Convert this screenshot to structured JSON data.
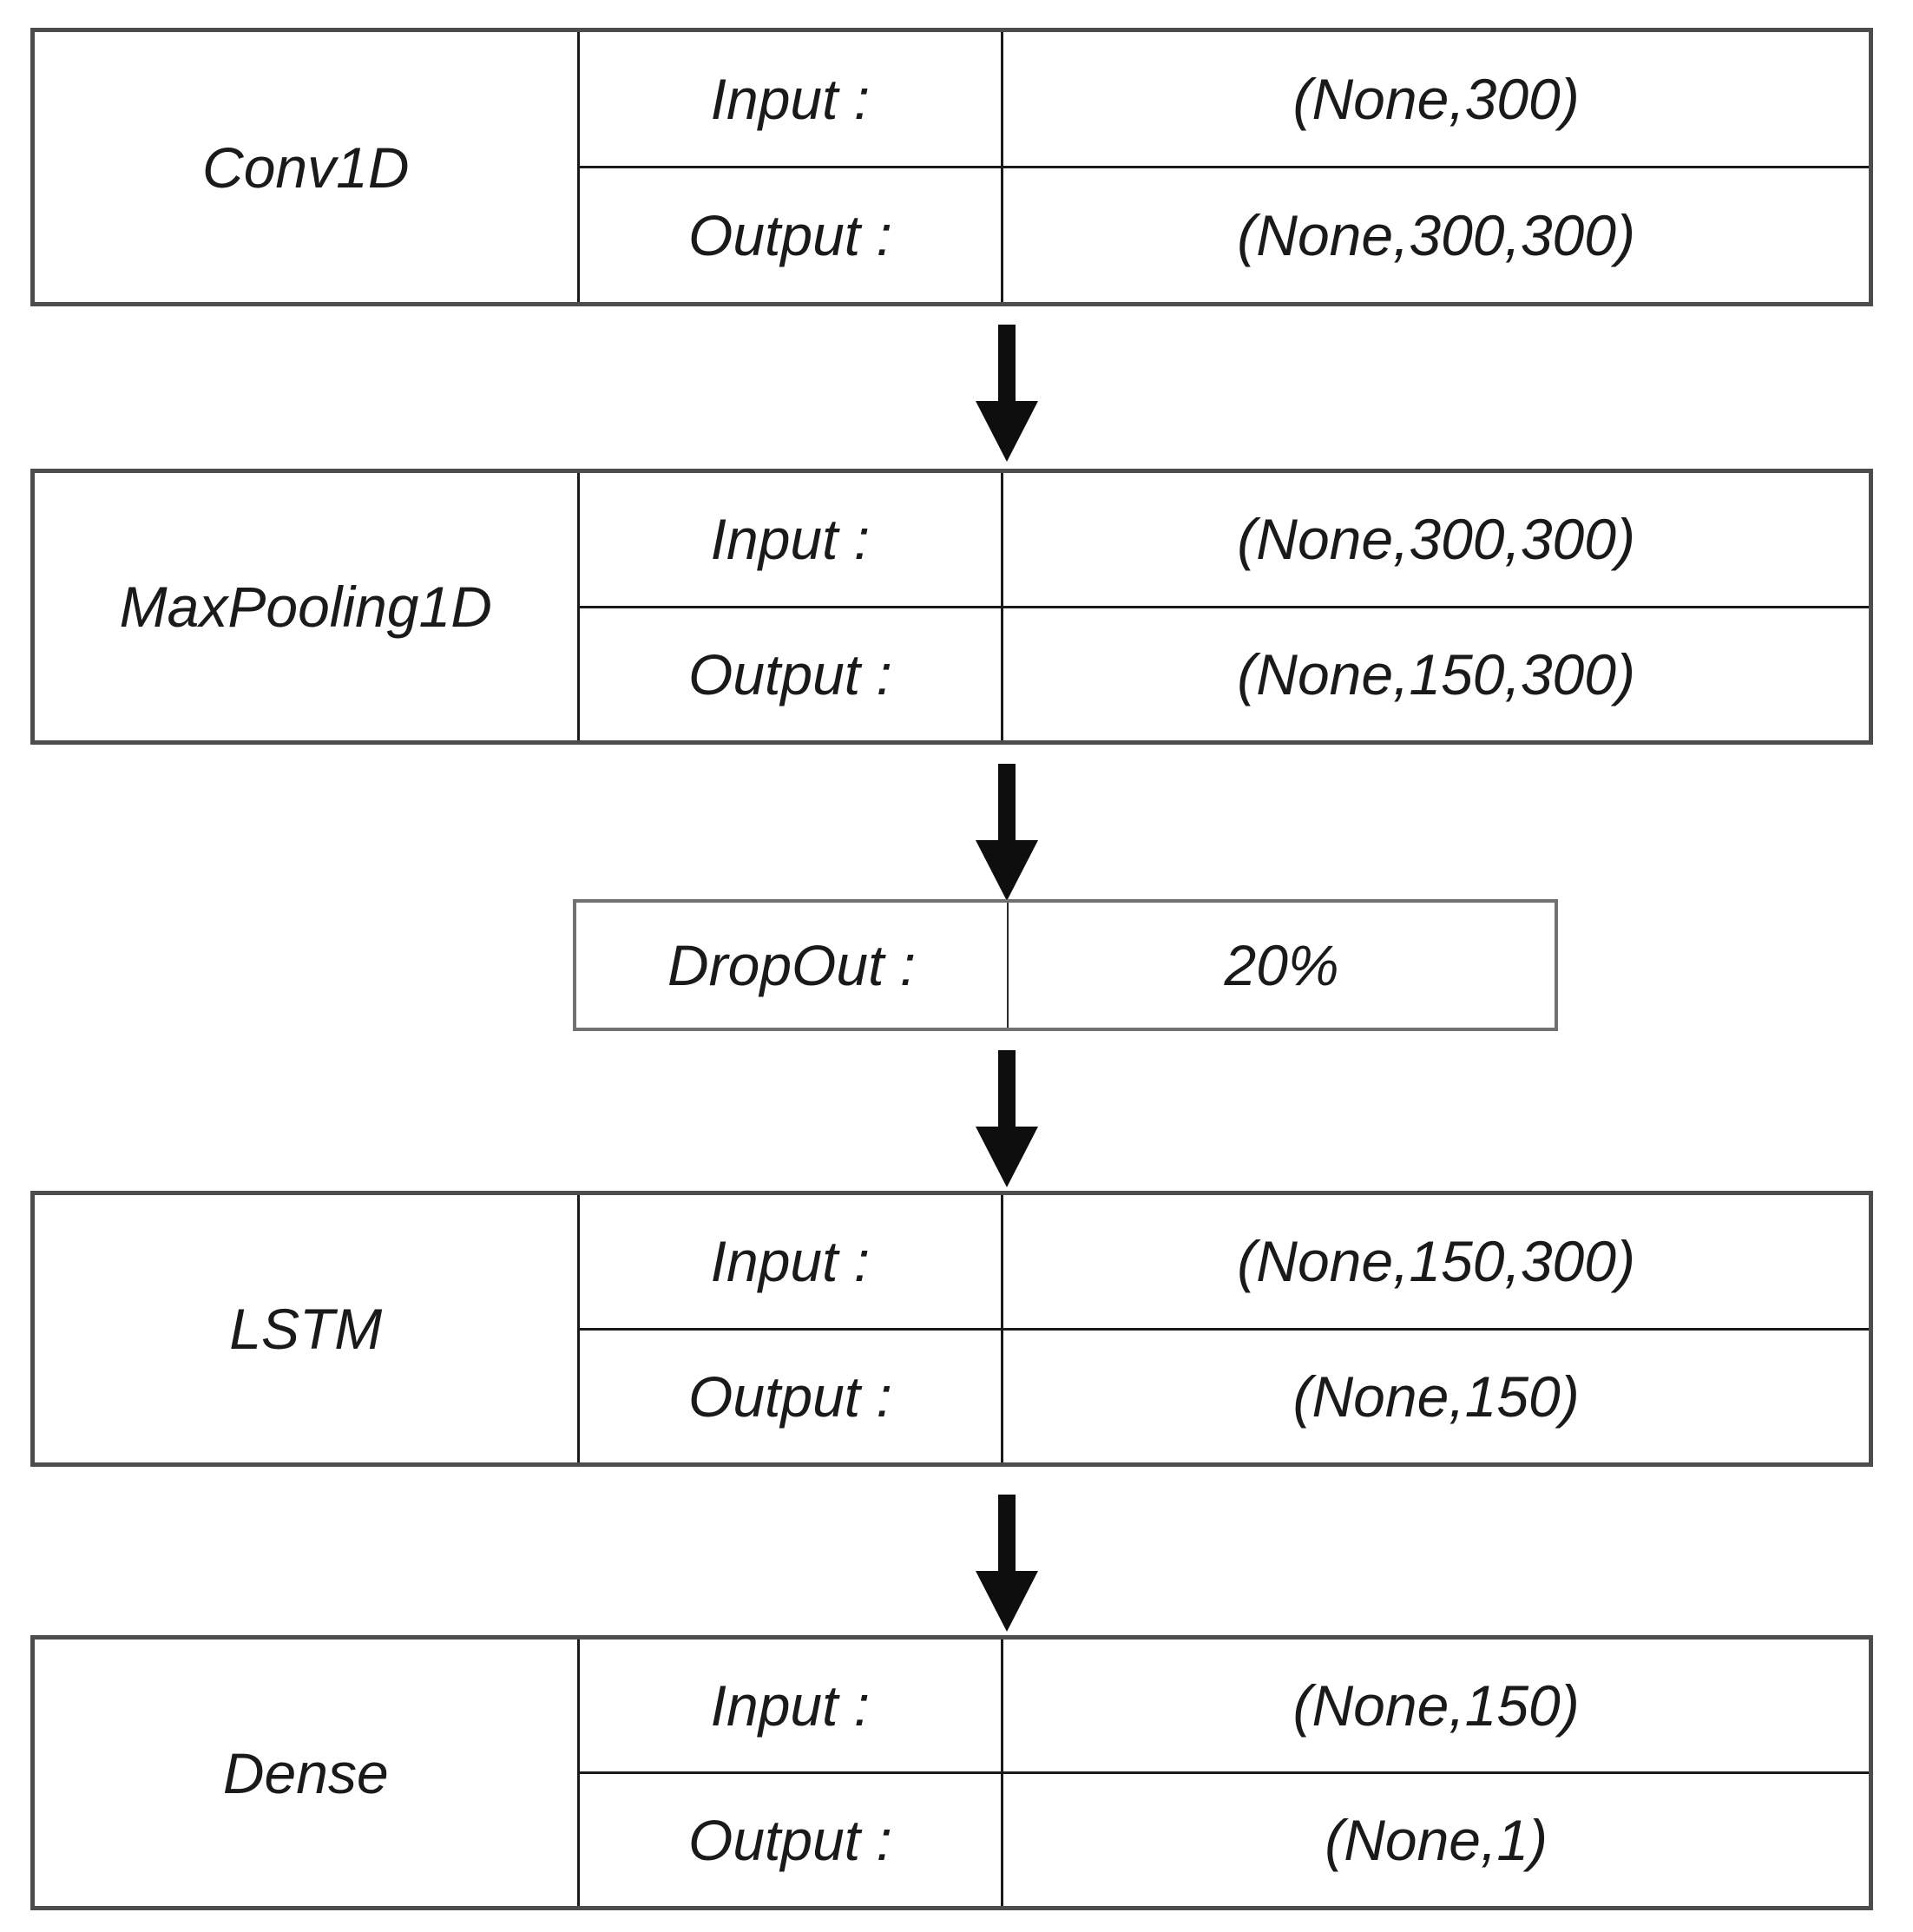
{
  "layers": [
    {
      "name": "Conv1D",
      "rows": [
        {
          "label": "Input :",
          "value": "(None,300)"
        },
        {
          "label": "Output :",
          "value": "(None,300,300)"
        }
      ]
    },
    {
      "name": "MaxPooling1D",
      "rows": [
        {
          "label": "Input :",
          "value": "(None,300,300)"
        },
        {
          "label": "Output :",
          "value": "(None,150,300)"
        }
      ]
    },
    {
      "name": "LSTM",
      "rows": [
        {
          "label": "Input :",
          "value": "(None,150,300)"
        },
        {
          "label": "Output :",
          "value": "(None,150)"
        }
      ]
    },
    {
      "name": "Dense",
      "rows": [
        {
          "label": "Input :",
          "value": "(None,150)"
        },
        {
          "label": "Output :",
          "value": "(None,1)"
        }
      ]
    }
  ],
  "dropout": {
    "label": "DropOut :",
    "value": "20%"
  },
  "icons": {
    "flow_connector": "down-arrow"
  },
  "colors": {
    "background": "#ffffff",
    "border_outer": "#4d4d4d",
    "border_inner": "#1a1a1a",
    "text": "#1a1a1a",
    "arrow": "#0e0e0e"
  }
}
